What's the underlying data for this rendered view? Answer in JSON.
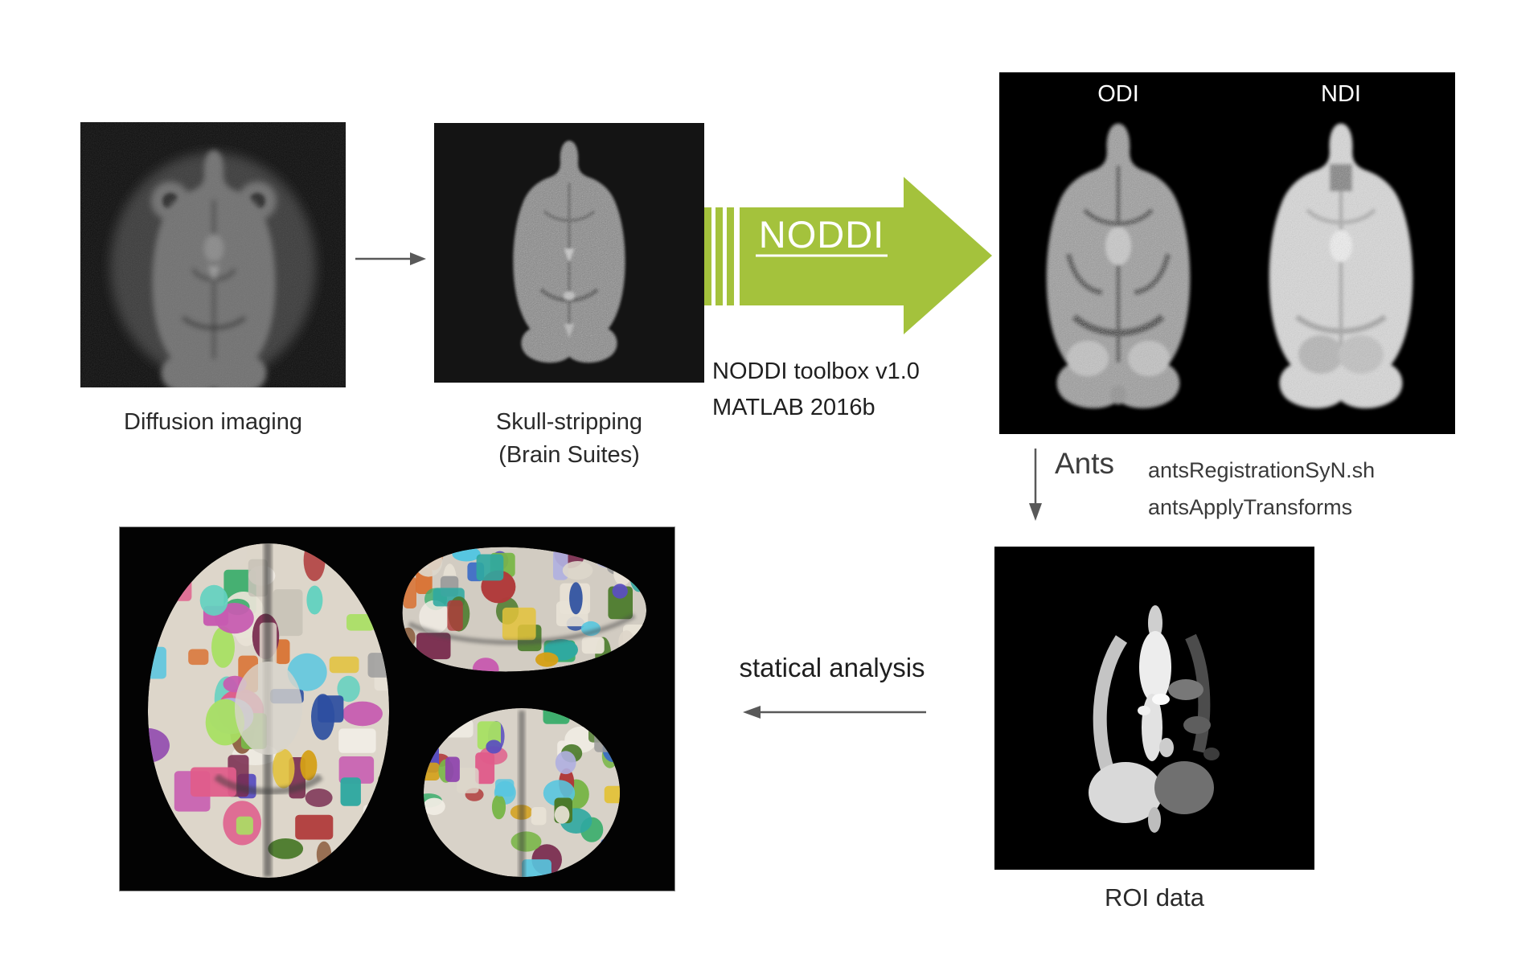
{
  "steps": {
    "diffusion": {
      "caption": "Diffusion imaging"
    },
    "skull_strip": {
      "caption_line1": "Skull-stripping",
      "caption_line2": "(Brain Suites)"
    },
    "noddi": {
      "arrow_label": "NODDI",
      "tool_line1": "NODDI toolbox v1.0",
      "tool_line2": "MATLAB 2016b"
    },
    "maps": {
      "odi_label": "ODI",
      "ndi_label": "NDI"
    },
    "registration": {
      "tool_name": "Ants",
      "script_line1": "antsRegistrationSyN.sh",
      "script_line2": "antsApplyTransforms"
    },
    "roi": {
      "caption": "ROI data"
    },
    "analysis": {
      "label": "statical analysis"
    }
  },
  "colors": {
    "noddi_arrow_green": "#a4c23c",
    "flow_arrow_gray": "#595959",
    "text_dark": "#1f1f1f",
    "atlas_palette": [
      "#b03a3a",
      "#d96f2e",
      "#e3c23a",
      "#79b648",
      "#3fae6e",
      "#2fa8a0",
      "#57c6e0",
      "#3b6bc7",
      "#5a4fbf",
      "#8e44ad",
      "#c75bb0",
      "#e05c8a",
      "#8a5a3b",
      "#a8e063",
      "#63d1c0",
      "#b0b0e0",
      "#e8e2d6",
      "#f0ece4",
      "#c8c2b8",
      "#9a9a9a",
      "#4a7a2a",
      "#2d4fa0",
      "#7a2d50",
      "#d4a017",
      "#e8e2d6",
      "#ddd6ca"
    ]
  }
}
